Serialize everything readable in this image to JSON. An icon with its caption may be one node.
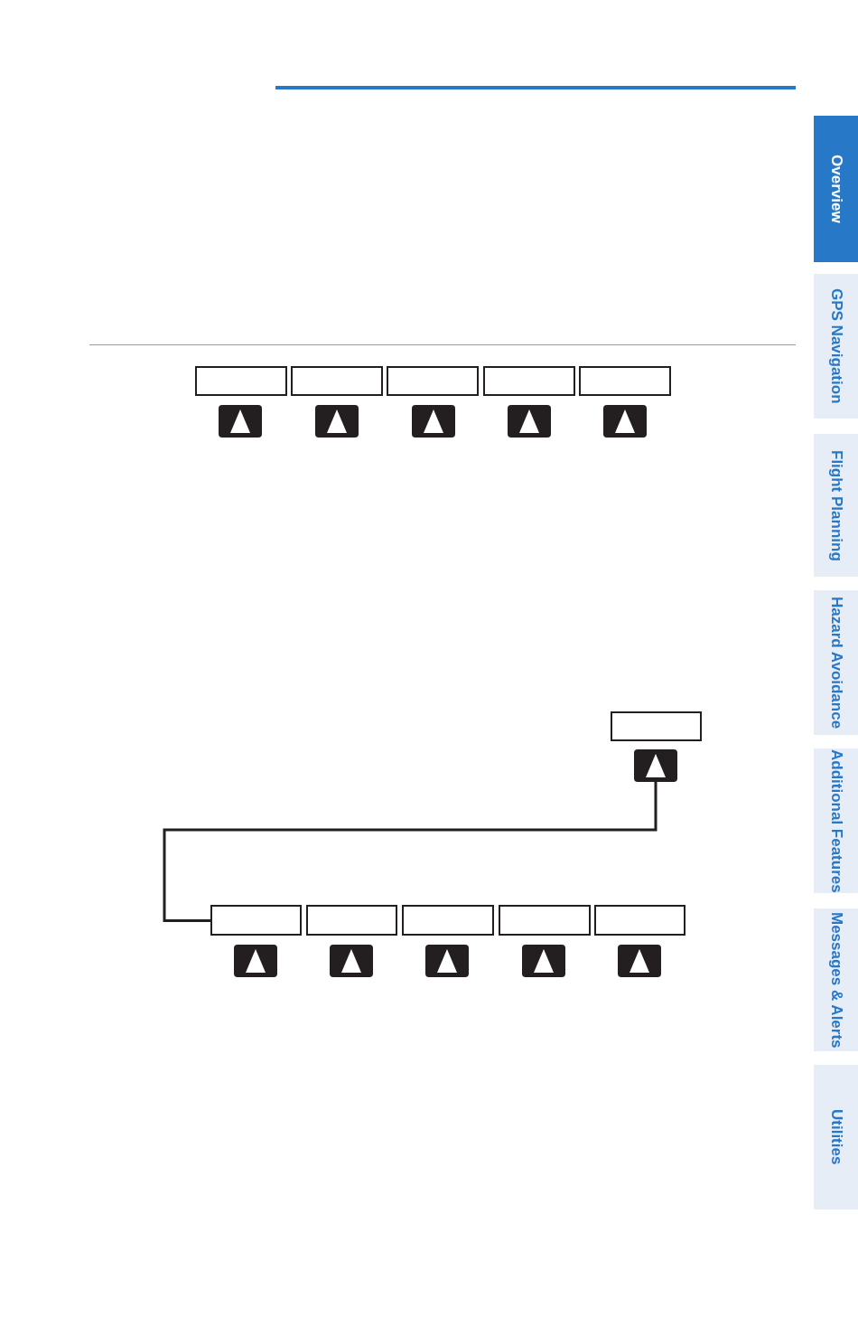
{
  "diagram": {
    "nodes": [
      {
        "text": [
          "Overview"
        ]
      },
      {
        "text": [
          "GPS Navigation"
        ]
      },
      {
        "text": [
          "Flight Planning"
        ]
      },
      {
        "text": [
          "Hazard Avoidance"
        ]
      },
      {
        "text": [
          "Additional Features"
        ]
      },
      {
        "text": [
          "Messages & Alerts"
        ]
      },
      {
        "text": [
          "Utilities"
        ]
      },
      {
        "text": [],
        "shape": "box"
      },
      {
        "text": [],
        "shape": "box"
      },
      {
        "text": [],
        "shape": "box"
      },
      {
        "text": [],
        "shape": "box"
      },
      {
        "text": [],
        "shape": "box"
      },
      {
        "text": [],
        "shape": "button"
      },
      {
        "text": [],
        "shape": "button"
      },
      {
        "text": [],
        "shape": "button"
      },
      {
        "text": [],
        "shape": "button"
      },
      {
        "text": [],
        "shape": "button"
      },
      {
        "text": [],
        "shape": "box"
      },
      {
        "text": [],
        "shape": "button"
      },
      {
        "text": [],
        "shape": "box"
      },
      {
        "text": [],
        "shape": "box"
      },
      {
        "text": [],
        "shape": "box"
      },
      {
        "text": [],
        "shape": "box"
      },
      {
        "text": [],
        "shape": "box"
      },
      {
        "text": [],
        "shape": "button"
      },
      {
        "text": [],
        "shape": "button"
      },
      {
        "text": [],
        "shape": "button"
      },
      {
        "text": [],
        "shape": "button"
      },
      {
        "text": [],
        "shape": "button"
      }
    ],
    "edges": [
      {
        "from": 18,
        "to": 19,
        "arrow": "none"
      }
    ]
  }
}
